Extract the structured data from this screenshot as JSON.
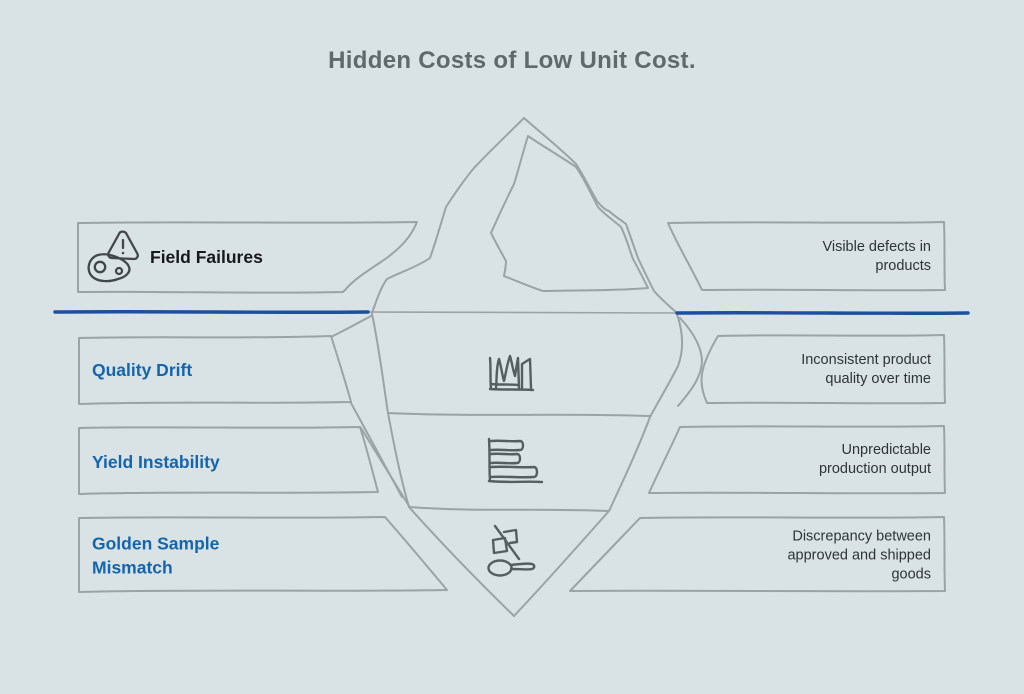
{
  "title": "Hidden Costs of Low Unit Cost.",
  "diagram": {
    "metaphor": "iceberg",
    "waterline_color": "#1c4f9e",
    "outline_color": "#9aa3a6",
    "background_color": "#d9e2e4",
    "above_water_label_color": "#17191c",
    "below_water_label_color": "#1565ad",
    "body_text_color": "#2f3537",
    "title_text_color": "#60696c",
    "icon_stroke_color": "#555e61"
  },
  "rows": [
    {
      "label": "Field Failures",
      "description": "Visible defects in products",
      "icon": "field-failure-warning-icon",
      "position": "above-waterline"
    },
    {
      "label": "Quality Drift",
      "description": "Inconsistent product quality over time",
      "icon": "quality-drift-spiky-chart-icon",
      "position": "below-waterline"
    },
    {
      "label": "Yield Instability",
      "description": "Unpredictable production output",
      "icon": "yield-bar-chart-icon",
      "position": "below-waterline"
    },
    {
      "label": "Golden Sample Mismatch",
      "description": "Discrepancy between approved and shipped goods",
      "icon": "no-golden-sample-icon",
      "position": "below-waterline"
    }
  ]
}
